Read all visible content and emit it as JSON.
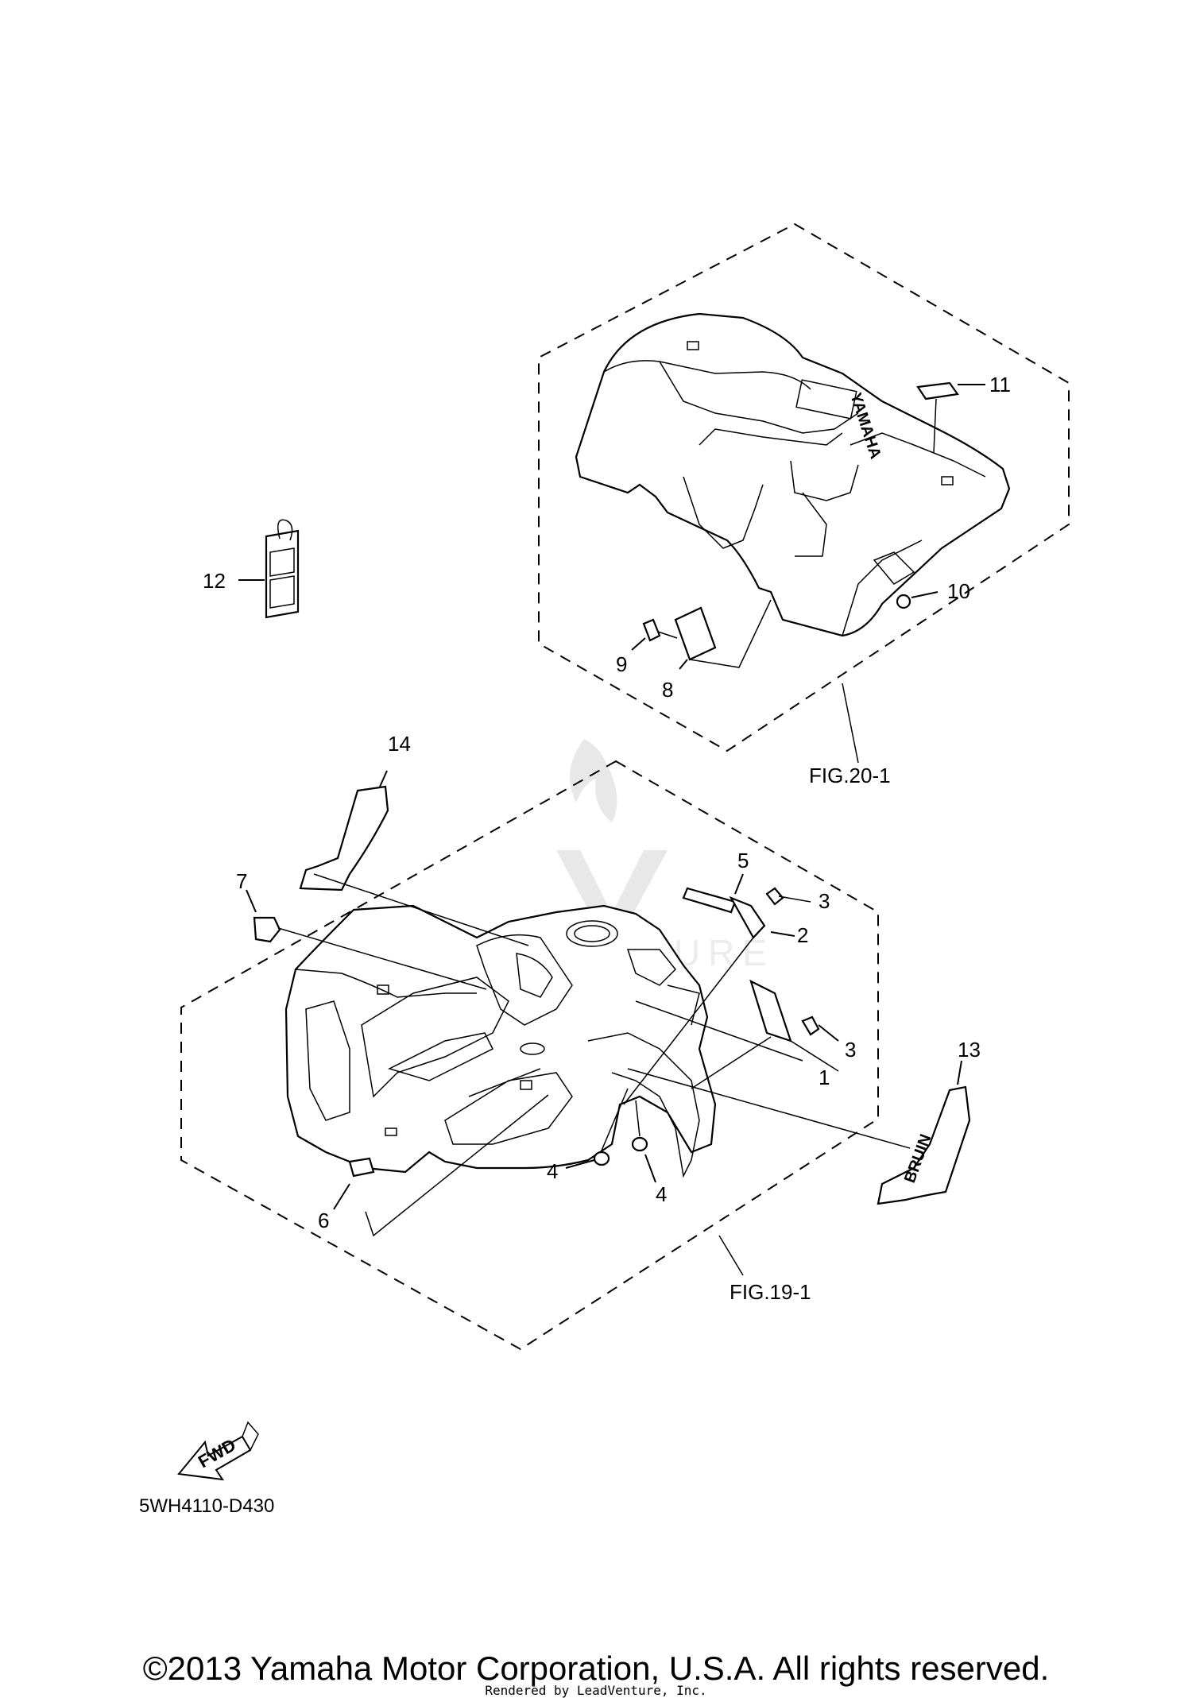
{
  "diagram_code": "5WH4110-D430",
  "callouts": {
    "c1": "1",
    "c2": "2",
    "c3a": "3",
    "c3b": "3",
    "c4a": "4",
    "c4b": "4",
    "c5": "5",
    "c6": "6",
    "c7": "7",
    "c8": "8",
    "c9": "9",
    "c10": "10",
    "c11": "11",
    "c12": "12",
    "c13": "13",
    "c14": "14"
  },
  "figure_refs": {
    "rear": "FIG.20-1",
    "front": "FIG.19-1"
  },
  "fwd_label": "FWD",
  "decal_13_text": "BRUIN",
  "rear_fender_logo_text": "YAMAHA",
  "footer": {
    "copyright": "©2013 Yamaha Motor Corporation, U.S.A. All rights reserved.",
    "rendered_by": "Rendered by LeadVenture, Inc."
  },
  "icons": [
    "fwd-arrow-icon",
    "leadventure-watermark-icon"
  ]
}
